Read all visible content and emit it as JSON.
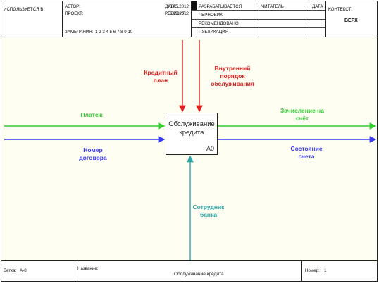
{
  "header": {
    "used_at_label": "ИСПОЛЬЗУЕТСЯ В:",
    "author_label": "АВТОР:",
    "project_label": "ПРОЕКТ:",
    "date_label": "ДАТА:",
    "date_value": "16.05.2012",
    "revision_label": "РЕВИЗИЯ:",
    "revision_value": "16.05.2012",
    "notes_label": "ЗАМЕЧАНИЯ:",
    "notes_numbers": "1 2 3 4 5 6 7 8 9 10",
    "status_in_work": "РАЗРАБАТЫВАЕТСЯ",
    "status_draft": "ЧЕРНОВИК",
    "status_recommended": "РЕКОМЕНДОВАНО",
    "status_publication": "ПУБЛИКАЦИЯ",
    "reader_label": "ЧИТАТЕЛЬ",
    "reader_date_label": "ДАТА",
    "context_label": "КОНТЕКСТ:",
    "context_value": "ВЕРХ"
  },
  "diagram": {
    "activity": {
      "title": "Обслуживание кредита",
      "id": "A0"
    },
    "controls": [
      {
        "label": "Кредитный план",
        "color": "#e02020"
      },
      {
        "label": "Внутренний порядок обслуживания",
        "color": "#e02020"
      }
    ],
    "inputs": [
      {
        "label": "Платеж",
        "color": "#33cc33"
      },
      {
        "label": "Номер договора",
        "color": "#3a3af0"
      }
    ],
    "outputs": [
      {
        "label": "Зачисление на счёт",
        "color": "#33cc33"
      },
      {
        "label": "Состояние счета",
        "color": "#3a3af0"
      }
    ],
    "mechanisms": [
      {
        "label": "Сотрудник банка",
        "color": "#2aa8a8"
      }
    ]
  },
  "footer": {
    "node_label": "Ветка:",
    "node_value": "A-0",
    "name_label": "Название:",
    "name_value": "Обслуживание кредита",
    "number_label": "Номер:",
    "number_value": "1"
  }
}
